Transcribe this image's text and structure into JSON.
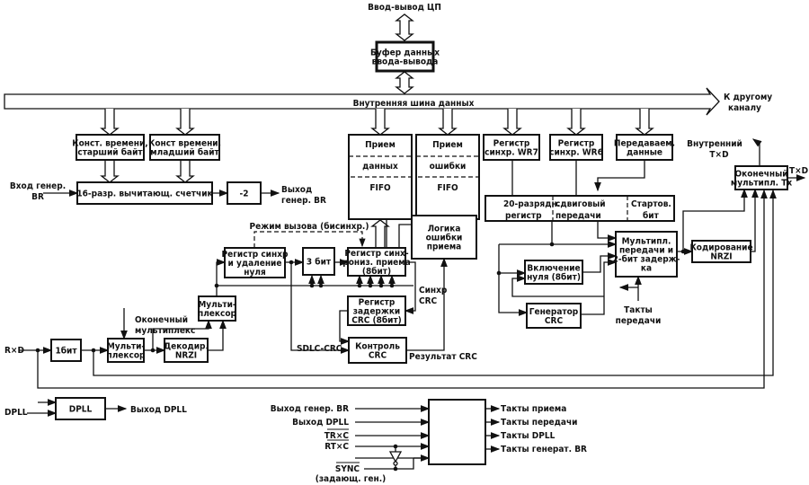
{
  "labels": {
    "cpu_io": "Ввод-вывод ЦП",
    "bus": "Внутренняя шина данных",
    "other_channel": [
      "К другому",
      "каналу"
    ],
    "br_in": [
      "Вход генер.",
      "BR"
    ],
    "br_out": [
      "Выход",
      "генер. BR"
    ],
    "call_mode": "Режим вызова (бисинхр.)",
    "sync_crc": [
      "Синхр",
      "CRC"
    ],
    "sdlc_crc": "SDLC-CRC",
    "crc_result": "Результат CRC",
    "final_mux_label": [
      "Оконечный",
      "мультиплекс"
    ],
    "rxd": "R×D",
    "dpll_in": "DPLL",
    "dpll_out": "Выход DPLL",
    "tx_clocks": [
      "Такты",
      "передачи"
    ],
    "internal_txd": [
      "Внутренний",
      "T×D"
    ],
    "txd": "T×D",
    "clk_in": [
      "Выход генер. BR",
      "Выход DPLL",
      "TR×C",
      "RT×C"
    ],
    "sync": "SYNC",
    "master_gen": "(задающ. ген.)",
    "clk_out": [
      "Такты приема",
      "Такты передачи",
      "Такты DPLL",
      "Такты генерат. BR"
    ]
  },
  "blocks": {
    "buffer": [
      "Буфер данных",
      "ввода-вывода"
    ],
    "const_high": [
      "Конст. времени,",
      "старший байт"
    ],
    "const_low": [
      "Конст времени,",
      "младший байт"
    ],
    "counter": [
      "16-разр. вычитающ. счетчик"
    ],
    "div2": [
      "-2"
    ],
    "fifo_data": [
      "Прием",
      "данных",
      "FIFO"
    ],
    "fifo_err": [
      "Прием",
      "ошибки",
      "FIFO"
    ],
    "err_logic": [
      "Логика",
      "ошибки",
      "приема"
    ],
    "sync_zero": [
      "Регистр синхр",
      "и удаление",
      "нуля"
    ],
    "bit3": [
      "3 бит"
    ],
    "sync_recv": [
      "Регистр синх-",
      "рониз. приема",
      "(8бит)"
    ],
    "crc_delay": [
      "Регистр",
      "задержки",
      "CRC (8бит)"
    ],
    "crc_check": [
      "Контроль",
      "CRC"
    ],
    "mux_upper": [
      "Мульти-",
      "плексор"
    ],
    "bit1": [
      "1бит"
    ],
    "mux_lower": [
      "Мульти-",
      "плексор"
    ],
    "nrzi_dec": [
      "Декодир.",
      "NRZI"
    ],
    "dpll": [
      "DPLL"
    ],
    "wr7": [
      "Регистр",
      "синхр. WR7"
    ],
    "wr6": [
      "Регистр",
      "синхр. WR6"
    ],
    "tx_data": [
      "Передаваем.",
      "данные"
    ],
    "shift_reg": [
      "20-разрядн.",
      "регистр",
      "сдвиговый",
      "передачи",
      "Стартов.",
      "бит"
    ],
    "tx_mux": [
      "Мультипл.",
      "передачи и",
      "2-бит задерж-",
      "ка"
    ],
    "nrzi_enc": [
      "Кодирование",
      "NRZI"
    ],
    "zero_ins": [
      "Включение",
      "нуля (8бит)"
    ],
    "crc_gen": [
      "Генератор",
      "CRC"
    ],
    "tx_final_mux": [
      "Оконечный",
      "мультипл. Tx"
    ],
    "clock_mux": []
  }
}
